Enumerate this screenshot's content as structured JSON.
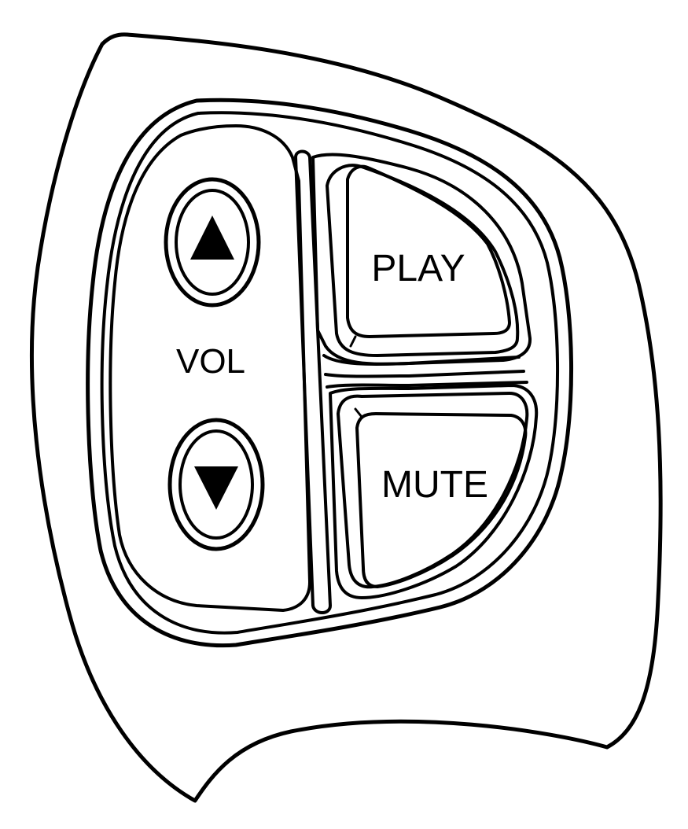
{
  "controls": {
    "volume": {
      "label": "VOL",
      "up_icon": "triangle-up-icon",
      "down_icon": "triangle-down-icon"
    },
    "play": {
      "label": "PLAY"
    },
    "mute": {
      "label": "MUTE"
    }
  },
  "colors": {
    "line": "#000000",
    "background": "#ffffff"
  }
}
